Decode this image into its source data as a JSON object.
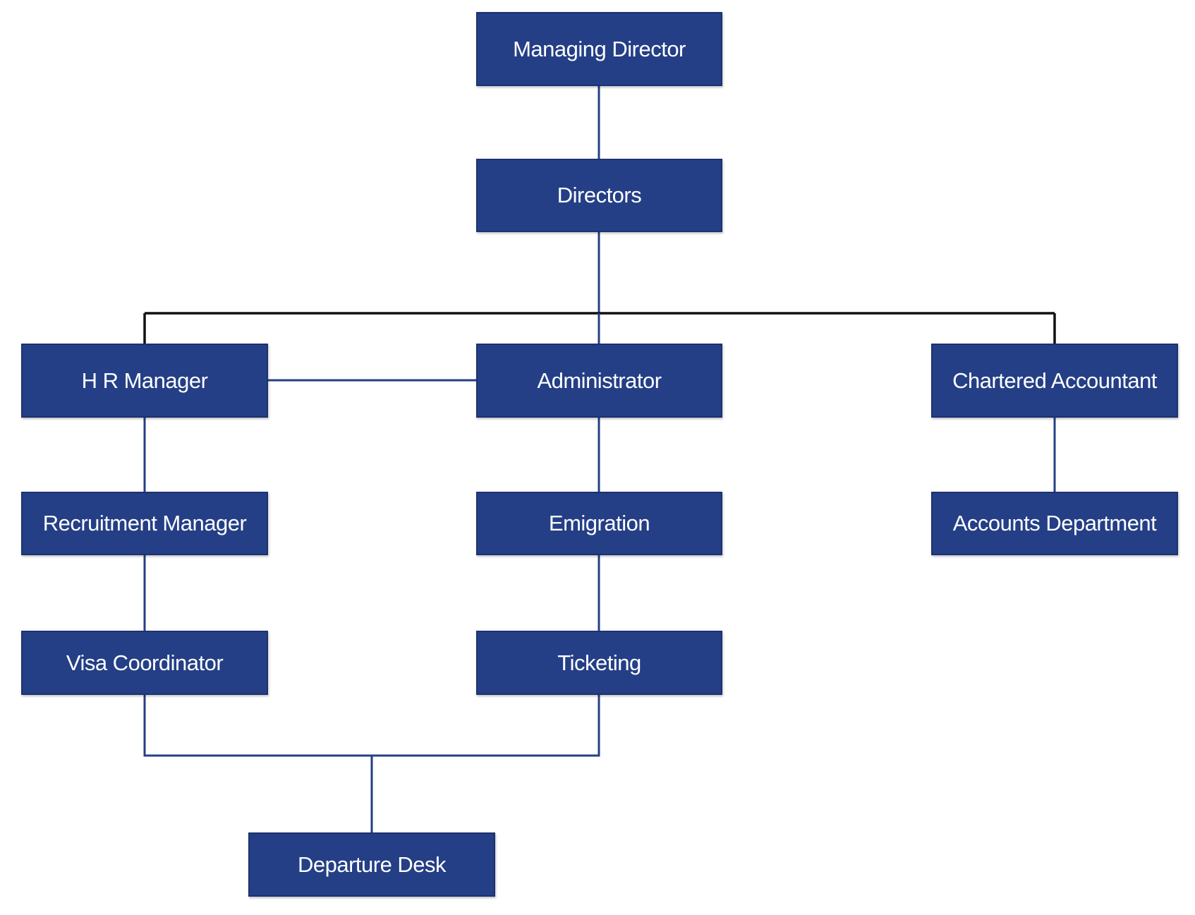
{
  "colors": {
    "box_fill": "#243f86",
    "box_text": "#ffffff",
    "connector": "#243f86",
    "bus_line": "#111111",
    "background": "#ffffff"
  },
  "nodes": {
    "managing_director": "Managing Director",
    "directors": "Directors",
    "hr_manager": "H R Manager",
    "administrator": "Administrator",
    "chartered_accountant": "Chartered Accountant",
    "recruitment_manager": "Recruitment Manager",
    "emigration": "Emigration",
    "accounts_department": "Accounts Department",
    "visa_coordinator": "Visa Coordinator",
    "ticketing": "Ticketing",
    "departure_desk": "Departure Desk"
  },
  "edges": [
    [
      "managing_director",
      "directors"
    ],
    [
      "directors",
      "hr_manager"
    ],
    [
      "directors",
      "administrator"
    ],
    [
      "directors",
      "chartered_accountant"
    ],
    [
      "hr_manager",
      "administrator"
    ],
    [
      "hr_manager",
      "recruitment_manager"
    ],
    [
      "recruitment_manager",
      "visa_coordinator"
    ],
    [
      "administrator",
      "emigration"
    ],
    [
      "emigration",
      "ticketing"
    ],
    [
      "chartered_accountant",
      "accounts_department"
    ],
    [
      "visa_coordinator",
      "departure_desk"
    ],
    [
      "ticketing",
      "departure_desk"
    ]
  ]
}
